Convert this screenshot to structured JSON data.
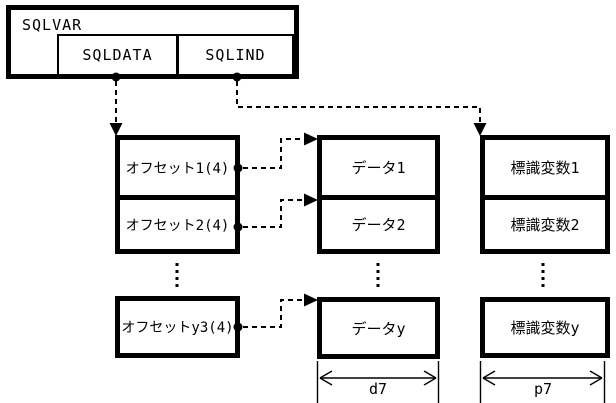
{
  "sqlvar": {
    "title": "SQLVAR",
    "sqldata_label": "SQLDATA",
    "sqlind_label": "SQLIND"
  },
  "offsets": {
    "row1": "オフセット1(4)",
    "row2": "オフセット2(4)",
    "rowy": "オフセットy3(4)"
  },
  "data_column": {
    "row1": "データ1",
    "row2": "データ2",
    "rowy": "データy",
    "width_label": "d7"
  },
  "indicator_column": {
    "row1": "標識変数1",
    "row2": "標識変数2",
    "rowy": "標識変数y",
    "width_label": "p7"
  },
  "colors": {
    "line": "#000000",
    "background": "#ffffff"
  }
}
